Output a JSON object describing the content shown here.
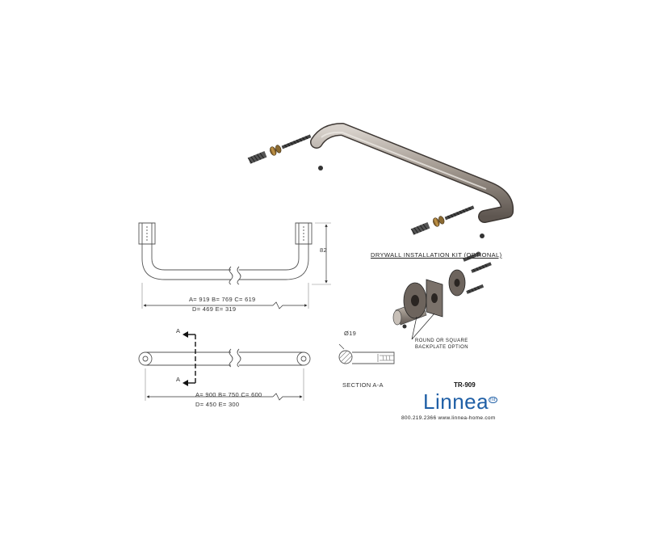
{
  "diagram": {
    "dim_height": "82",
    "upper_dims": {
      "line1": "A= 919 B= 769 C= 619",
      "line2": "D= 469 E= 319"
    },
    "lower_dims": {
      "line1": "A= 900 B= 750 C= 600",
      "line2": "D= 450 E= 300"
    },
    "section_marker": "A",
    "diameter": "Ø19",
    "section_label": "SECTION A-A",
    "kit_title": "DRYWALL INSTALLATION KIT (OPTIONAL)",
    "backplate_note": {
      "line1": "ROUND OR SQUARE",
      "line2": "BACKPLATE OPTION"
    }
  },
  "branding": {
    "model": "TR-909",
    "brand": "Linnea",
    "trademark": "ltd",
    "contact": "800.219.2366   www.linnea-home.com",
    "brand_color": "#1f5fa6"
  }
}
